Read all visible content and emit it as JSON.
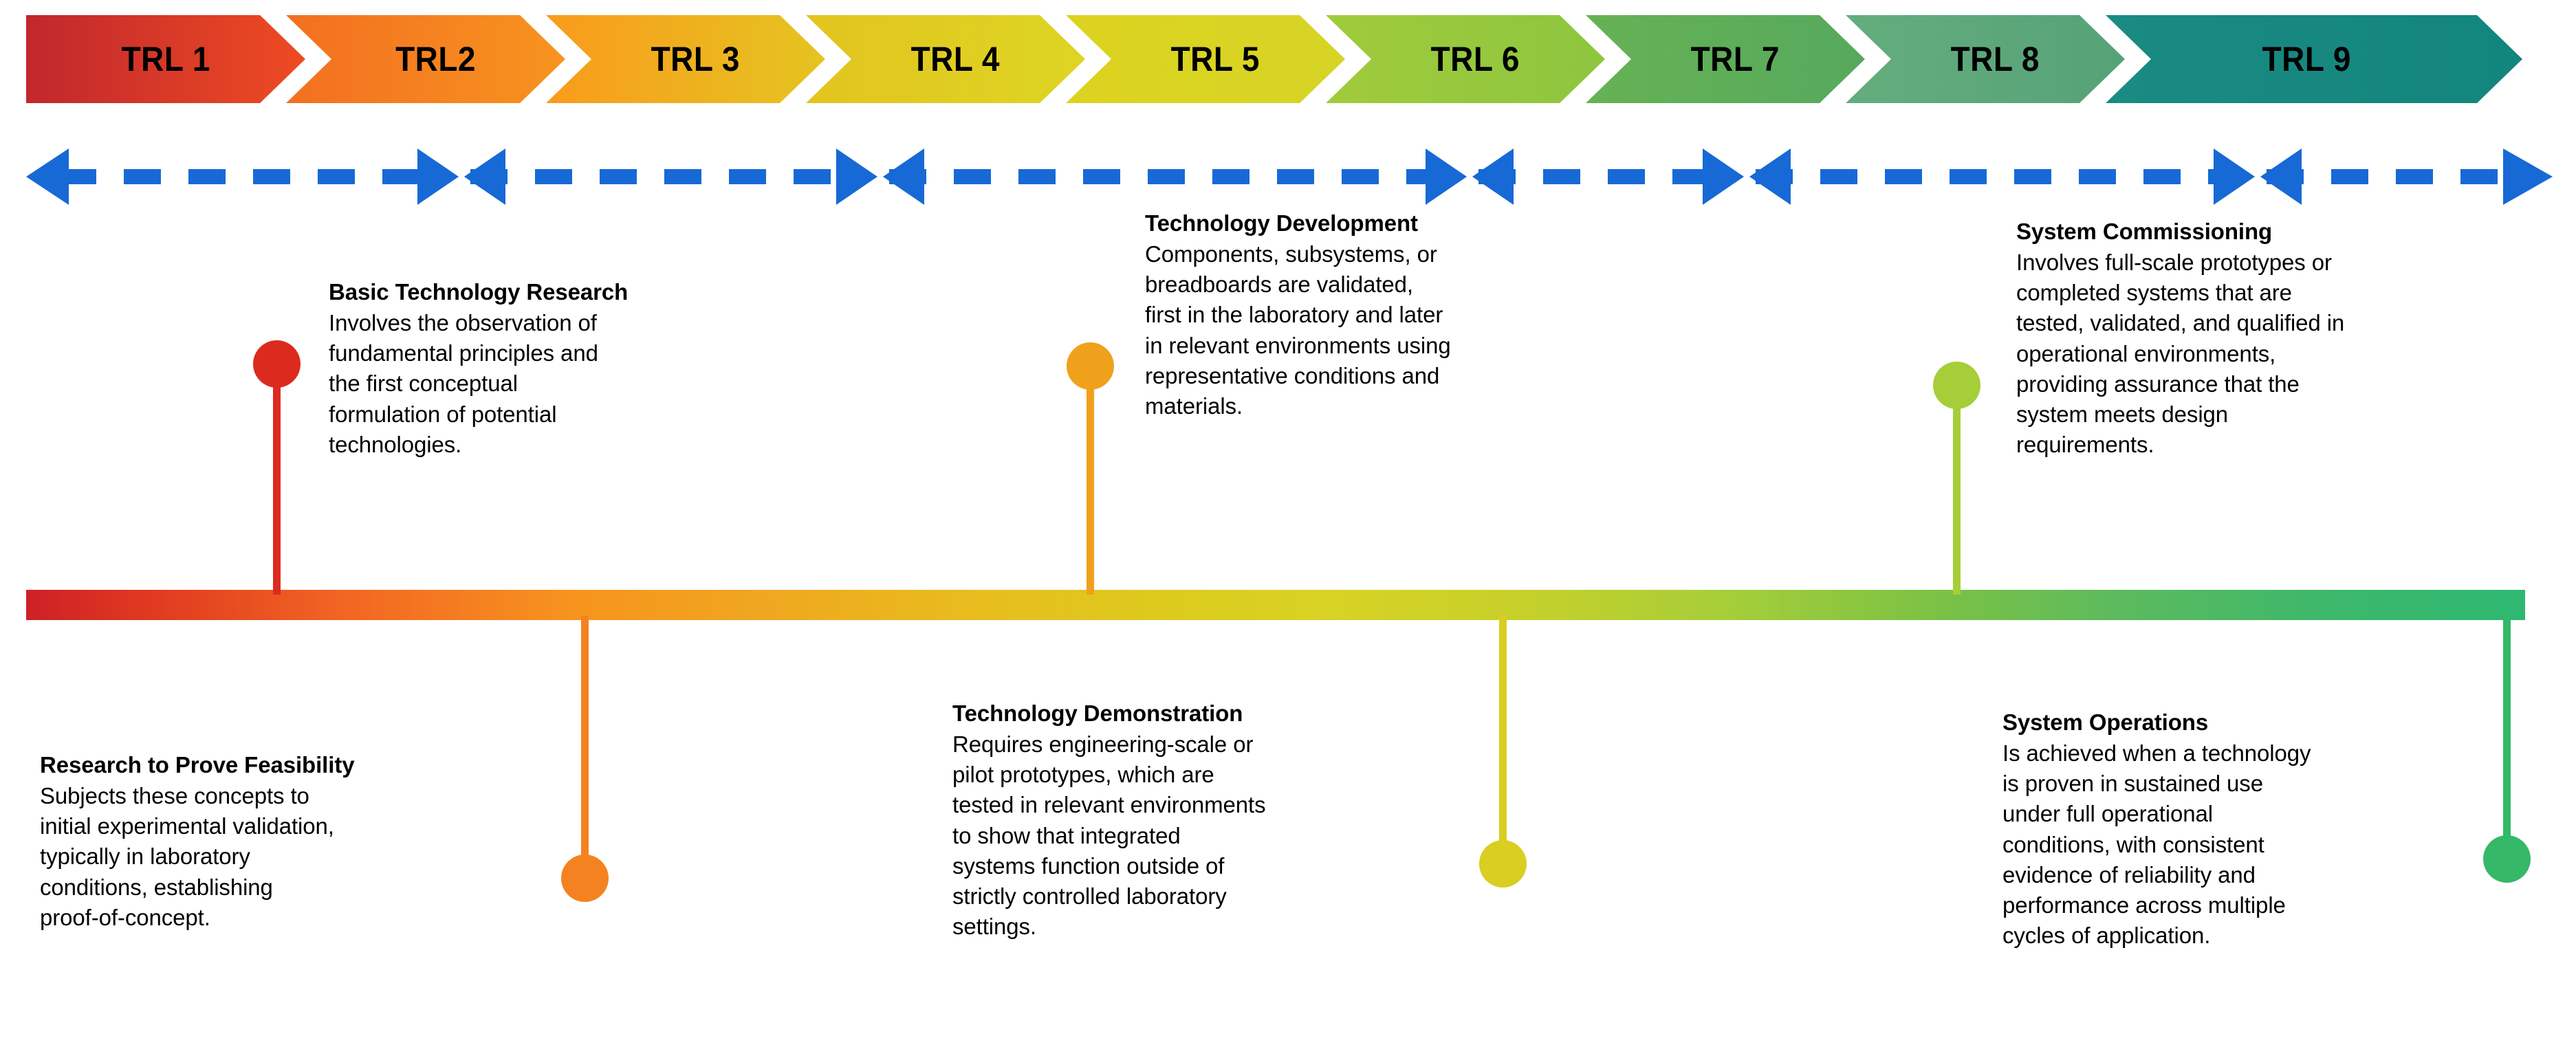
{
  "banner": {
    "segments": [
      {
        "label": "TRL 1",
        "color": "#CE2027"
      },
      {
        "label": "TRL2",
        "color": "#F26722"
      },
      {
        "label": "TRL 3",
        "color": "#F7941E"
      },
      {
        "label": "TRL 4",
        "color": "#E3C51F"
      },
      {
        "label": "TRL 5",
        "color": "#D9D01F"
      },
      {
        "label": "TRL 6",
        "color": "#9ACA3C"
      },
      {
        "label": "TRL 7",
        "color": "#5FB356"
      },
      {
        "label": "TRL 8",
        "color": "#5BA678"
      },
      {
        "label": "TRL 9",
        "color": "#15867E"
      }
    ]
  },
  "rail": {
    "color": "#1769D6",
    "start_marker": "left-arrow-icon",
    "end_marker": "right-arrow-icon",
    "junction_marker": "double-arrow-icon",
    "junction_count": 5
  },
  "bar": {
    "gradient_start": "#CE2027",
    "gradient_end": "#2EB872"
  },
  "callouts": [
    {
      "id": "basic-technology-research",
      "title": "Basic Technology Research",
      "body": "Involves the observation of\nfundamental principles and\nthe first conceptual\nformulation of potential\ntechnologies.",
      "dot_color": "#DC2B1E",
      "side": "top"
    },
    {
      "id": "technology-development",
      "title": "Technology Development",
      "body": "Components, subsystems, or\nbreadboards are validated,\nfirst in the laboratory and later\nin relevant environments using\nrepresentative conditions and\nmaterials.",
      "dot_color": "#F0A11C",
      "side": "top"
    },
    {
      "id": "system-commissioning",
      "title": "System Commissioning",
      "body": "Involves full-scale prototypes or\ncompleted systems that are\ntested, validated, and qualified in\noperational environments,\nproviding assurance that the\nsystem meets design\nrequirements.",
      "dot_color": "#A6CE39",
      "side": "top"
    },
    {
      "id": "research-to-prove-feasibility",
      "title": "Research to Prove Feasibility",
      "body": "Subjects these concepts to\ninitial experimental validation,\ntypically in laboratory\nconditions, establishing\nproof-of-concept.",
      "dot_color": "#F58220",
      "side": "bottom"
    },
    {
      "id": "technology-demonstration",
      "title": "Technology Demonstration",
      "body": "Requires engineering-scale or\npilot prototypes, which are\ntested in relevant environments\nto show that integrated\nsystems function outside of\nstrictly controlled laboratory\nsettings.",
      "dot_color": "#D9CE21",
      "side": "bottom"
    },
    {
      "id": "system-operations",
      "title": "System Operations",
      "body": "Is achieved when a technology\nis proven in sustained use\nunder full operational\nconditions, with consistent\nevidence of reliability and\nperformance across multiple\ncycles of application.",
      "dot_color": "#35B867",
      "side": "bottom"
    }
  ]
}
